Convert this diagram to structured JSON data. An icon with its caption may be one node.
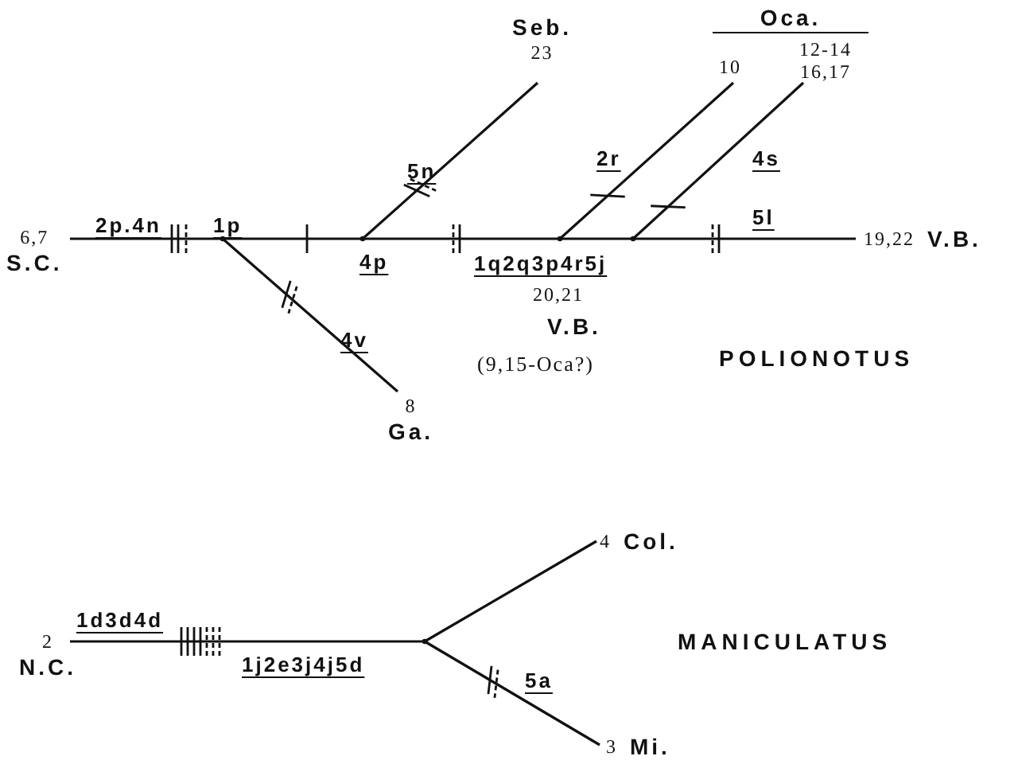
{
  "diagram": {
    "nodes": [
      {
        "text": [
          "6,7",
          "S.C."
        ]
      },
      {
        "text": [],
        "shape": "point"
      },
      {
        "text": [
          "8",
          "Ga."
        ]
      },
      {
        "text": [],
        "shape": "point"
      },
      {
        "text": [
          "Seb.",
          "23"
        ]
      },
      {
        "text": [],
        "shape": "point"
      },
      {
        "text": [
          "10"
        ]
      },
      {
        "text": [],
        "shape": "point"
      },
      {
        "text": [
          "12-14 16,17"
        ]
      },
      {
        "text": [
          "19,22",
          "V.B."
        ]
      },
      {
        "text": [
          "2",
          "N.C."
        ]
      },
      {
        "text": [],
        "shape": "point"
      },
      {
        "text": [
          "4",
          "Col."
        ]
      },
      {
        "text": [
          "3",
          "Mi."
        ]
      }
    ],
    "edges": [
      {
        "from": 0,
        "to": 1,
        "arrow": "none",
        "label": "2p.4n"
      },
      {
        "from": 1,
        "to": 2,
        "arrow": "none",
        "label": "4v"
      },
      {
        "from": 1,
        "to": 3,
        "arrow": "none",
        "label": "1p"
      },
      {
        "from": 3,
        "to": 4,
        "arrow": "none",
        "label": "5n"
      },
      {
        "from": 3,
        "to": 5,
        "arrow": "none",
        "label": "4p"
      },
      {
        "from": 5,
        "to": 6,
        "arrow": "none",
        "label": "2r"
      },
      {
        "from": 5,
        "to": 7,
        "arrow": "none"
      },
      {
        "from": 7,
        "to": 8,
        "arrow": "none",
        "label": "4s"
      },
      {
        "from": 7,
        "to": 9,
        "arrow": "none",
        "label": "5l"
      },
      {
        "from": 10,
        "to": 11,
        "arrow": "none",
        "label": "1d3d4d"
      },
      {
        "from": 11,
        "to": 12,
        "arrow": "none"
      },
      {
        "from": 11,
        "to": 13,
        "arrow": "none",
        "label": "5a"
      }
    ],
    "labels": [
      "Oca.",
      "1q2q3p4r5j",
      "20,21",
      "V.B.",
      "(9,15-Oca?)",
      "POLIONOTUS",
      "1j2e3j4j5d",
      "MANICULATUS"
    ]
  }
}
